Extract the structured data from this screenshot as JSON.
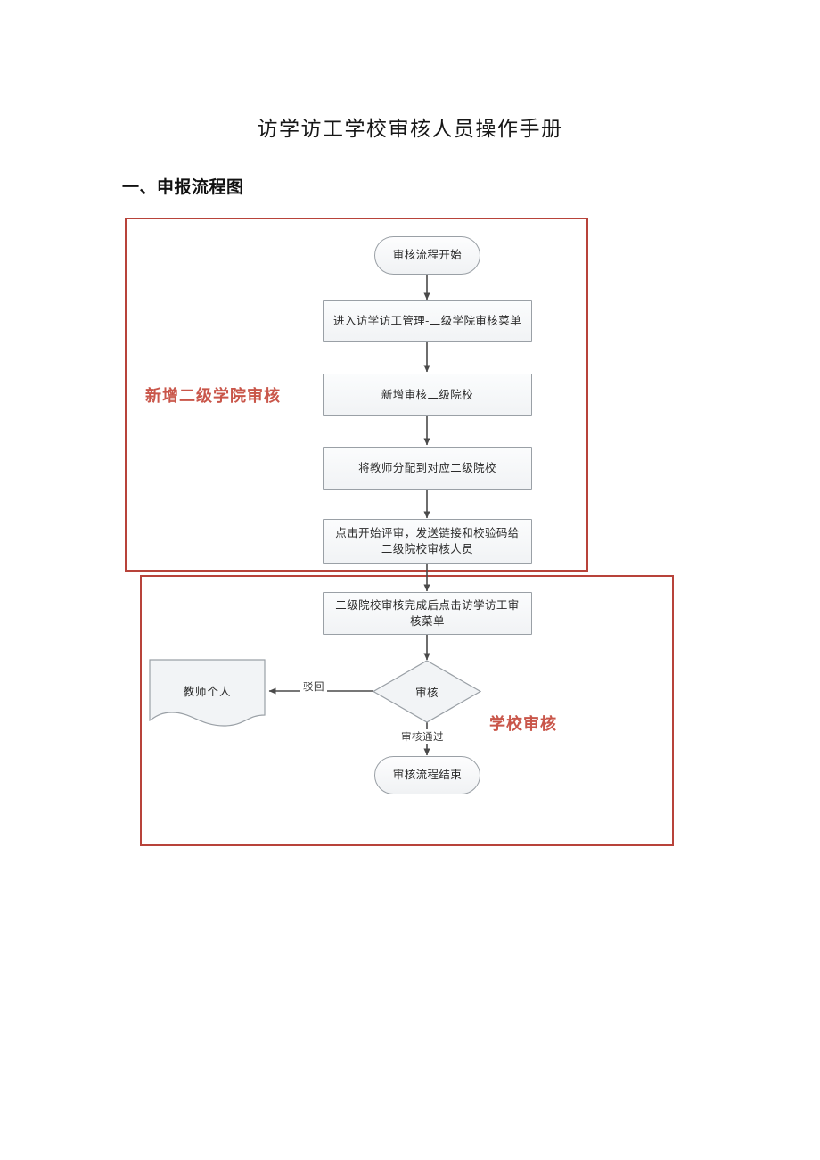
{
  "document": {
    "title": "访学访工学校审核人员操作手册",
    "section_heading": "一、申报流程图"
  },
  "flowchart": {
    "group_labels": {
      "stage1": "新增二级学院审核",
      "stage2": "学校审核"
    },
    "nodes": {
      "start": "审核流程开始",
      "enter_menu": "进入访学访工管理-二级学院审核菜单",
      "add_college": "新增审核二级院校",
      "assign_teacher": "将教师分配到对应二级院校",
      "start_review_line1": "点击开始评审，发送链接和校验码给",
      "start_review_line2": "二级院校审核人员",
      "school_menu_line1": "二级院校审核完成后点击访学访工审",
      "school_menu_line2": "核菜单",
      "decision": "审核",
      "teacher": "教师个人",
      "end": "审核流程结束"
    },
    "edge_labels": {
      "reject": "驳回",
      "pass": "审核通过"
    },
    "colors": {
      "group_border": "#b8433a",
      "group_label": "#c9564a",
      "node_border": "#9aa0a6",
      "node_fill": "#f1f3f5",
      "connector": "#4a4a4a"
    }
  }
}
